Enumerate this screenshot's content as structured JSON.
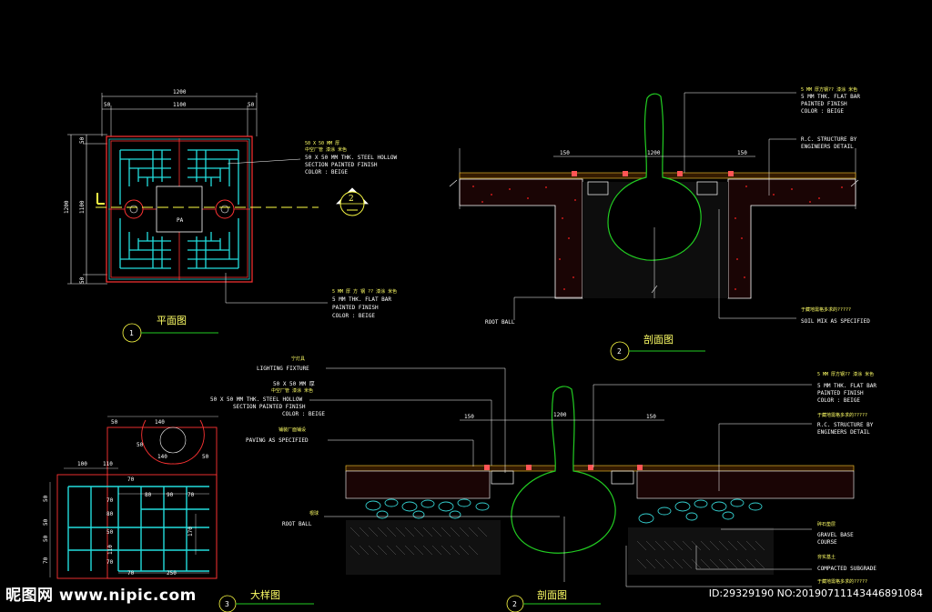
{
  "plan": {
    "dim_top_total": "1200",
    "dim_top_inner": "1100",
    "dim_top_left": "50",
    "dim_top_right": "50",
    "dim_left_total": "1200",
    "dim_left_inner": "1100",
    "dim_left_top": "50",
    "dim_left_bottom": "50",
    "center_label": "PA",
    "note_steel": [
      "50 X 50 MM 厚",
      "中空厂管 漆涂 米色",
      "50 X 50 MM THK. STEEL HOLLOW",
      "SECTION PAINTED FINISH",
      "COLOR : BEIGE"
    ],
    "note_flatbar": [
      "5 MM 厚 方 钢 ??  漆涂  米色",
      "5 MM THK. FLAT BAR",
      "PAINTED FINISH",
      "COLOR : BEIGE"
    ],
    "section_marker": "2",
    "title_num": "1",
    "title": "平面图"
  },
  "section_top": {
    "dim_left": "150",
    "dim_center": "1200",
    "dim_right": "150",
    "note_flatbar": [
      "5 MM 厚方钢?? 漆涂 米色",
      "5 MM THK. FLAT BAR",
      "PAINTED FINISH",
      "COLOR : BEIGE"
    ],
    "note_rc": [
      "R.C. STRUCTURE BY",
      "ENGINEERS DETAIL"
    ],
    "note_soil_cn": "于藏地需格多求的?????",
    "note_soil": "SOIL MIX AS SPECIFIED",
    "note_root": "ROOT BALL",
    "title_num": "2",
    "title": "剖面图"
  },
  "section_bottom": {
    "lighting_cn": "宁灯具",
    "lighting": "LIGHTING FIXTURE",
    "steel": [
      "50 X 50 MM 厚",
      "中空厂管 漆涂 米色",
      "50 X 50 MM THK. STEEL HOLLOW",
      "SECTION PAINTED FINISH",
      "COLOR : BEIGE"
    ],
    "paving_cn": "铺装厂面铺设",
    "paving": "PAVING AS SPECIFIED",
    "root_cn": "根球",
    "root": "ROOT BALL",
    "dim_left": "150",
    "dim_center": "1200",
    "dim_right": "150",
    "note_flatbar": [
      "5 MM 厚方钢?? 漆涂 米色",
      "5 MM THK. FLAT BAR",
      "PAINTED FINISH",
      "COLOR : BEIGE"
    ],
    "note_rc_cn": "于藏地需格多求的?????",
    "note_rc": [
      "R.C. STRUCTURE BY",
      "ENGINEERS DETAIL"
    ],
    "gravel_cn": "碎石垫层",
    "gravel": [
      "GRAVEL BASE",
      "COURSE"
    ],
    "subgrade_cn": "夯实基土",
    "subgrade": "COMPACTED SUBGRADE",
    "bottom_cn": "于藏地需格多求的?????",
    "title_num": "2",
    "title": "剖面图"
  },
  "detail": {
    "dims": [
      "50",
      "140",
      "50",
      "140",
      "50",
      "100",
      "110",
      "70",
      "80",
      "90",
      "70",
      "70",
      "80",
      "50",
      "170",
      "110",
      "70",
      "70",
      "250"
    ],
    "dim_left": [
      "50",
      "50",
      "50",
      "70"
    ],
    "title_num": "3",
    "title": "大样图"
  },
  "watermark": "昵图网 www.nipic.com",
  "image_id": "ID:29329190 NO:20190711143446891084"
}
